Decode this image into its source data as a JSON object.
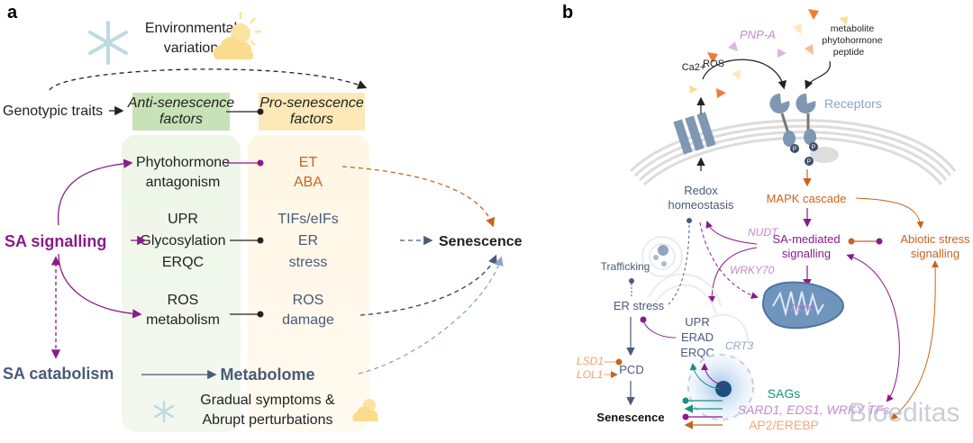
{
  "panel_a": {
    "label": "a",
    "environment": [
      "Environmental",
      "variation"
    ],
    "genotypic_traits": "Genotypic traits",
    "anti_senescence": [
      "Anti-senescence",
      "factors"
    ],
    "pro_senescence": [
      "Pro-senescence",
      "factors"
    ],
    "phytohormone": [
      "Phytohormone",
      "antagonism"
    ],
    "et_aba": [
      "ET",
      "ABA"
    ],
    "upr_group": [
      "UPR",
      "Glycosylation",
      "ERQC"
    ],
    "tifs_group": [
      "TIFs/eIFs",
      "ER",
      "stress"
    ],
    "ros_metabolism": [
      "ROS",
      "metabolism"
    ],
    "ros_damage": [
      "ROS",
      "damage"
    ],
    "sa_signalling": "SA signalling",
    "senescence": "Senescence",
    "sa_catabolism": "SA catabolism",
    "metabolome": "Metabolome",
    "symptoms": [
      "Gradual symptoms &",
      "Abrupt perturbations"
    ]
  },
  "panel_b": {
    "label": "b",
    "ros": "ROS",
    "pnp_a": "PNP-A",
    "ligands": [
      "metabolite",
      "phytohormone",
      "peptide"
    ],
    "ca": "Ca2+",
    "receptors": "Receptors",
    "phospho": "P",
    "redox": [
      "Redox",
      "homeostasis"
    ],
    "mapk": "MAPK cascade",
    "sa_mediated": [
      "SA-mediated",
      "signalling"
    ],
    "abiotic": [
      "Abiotic stress",
      "signalling"
    ],
    "nudt": "NUDT",
    "wrky70": "WRKY70",
    "aox": "AOX",
    "trafficking": "Trafficking",
    "er_stress": "ER stress",
    "upr_erad": [
      "UPR",
      "ERAD",
      "ERQC"
    ],
    "crt3": "CRT3",
    "lsd1": "LSD1",
    "lol1": "LOL1",
    "pcd": "PCD",
    "senescence": "Senescence",
    "sags": "SAGs",
    "sard1": "SARD1, EDS1, WRKY TFs",
    "ap2": "AP2/EREBP",
    "watermark": "Bioeditas"
  },
  "colors": {
    "sa_purple": "#8b1a8b",
    "hormone_orange": "#c8641e",
    "slate": "#4a5a7a",
    "anti_green": "#c8e2b8",
    "pro_yellow": "#fde8b8",
    "teal": "#1a9080",
    "light_purple": "#c48ad0",
    "receptor_blue": "#7f97b2"
  }
}
